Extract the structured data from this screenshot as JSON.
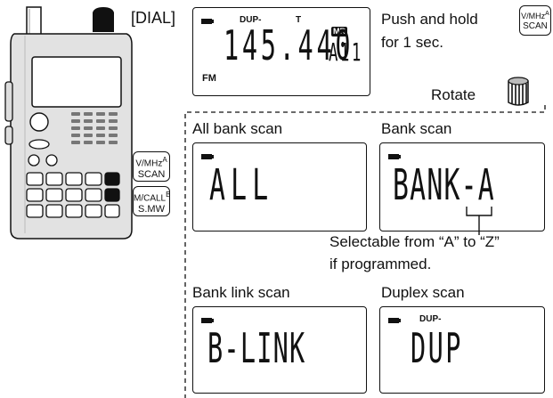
{
  "dial_label": "[DIAL]",
  "radio_keys": {
    "vmhz": {
      "top": "V/MHz",
      "sup": "A",
      "bottom": "SCAN"
    },
    "mcall": {
      "top": "M/CALL",
      "sup": "B",
      "bottom": "S.MW"
    }
  },
  "top_display": {
    "dup": "DUP-",
    "t": "T",
    "mr": "MR",
    "frequency": "145.440",
    "channel": "A11",
    "mode": "FM"
  },
  "instruction": {
    "line1": "Push and hold",
    "line2": "for 1 sec.",
    "key_top": "V/MHz",
    "key_sup": "A",
    "key_bottom": "SCAN",
    "rotate": "Rotate"
  },
  "panels": {
    "all_bank": {
      "title": "All bank scan",
      "display": "ALL"
    },
    "bank": {
      "title": "Bank scan",
      "display": "BANK-A"
    },
    "selectable_note": {
      "line1": "Selectable from “A” to “Z”",
      "line2": "if programmed."
    },
    "bank_link": {
      "title": "Bank link scan",
      "display": "B-LINK"
    },
    "duplex": {
      "title": "Duplex scan",
      "dup": "DUP-",
      "display": "DUP"
    }
  }
}
